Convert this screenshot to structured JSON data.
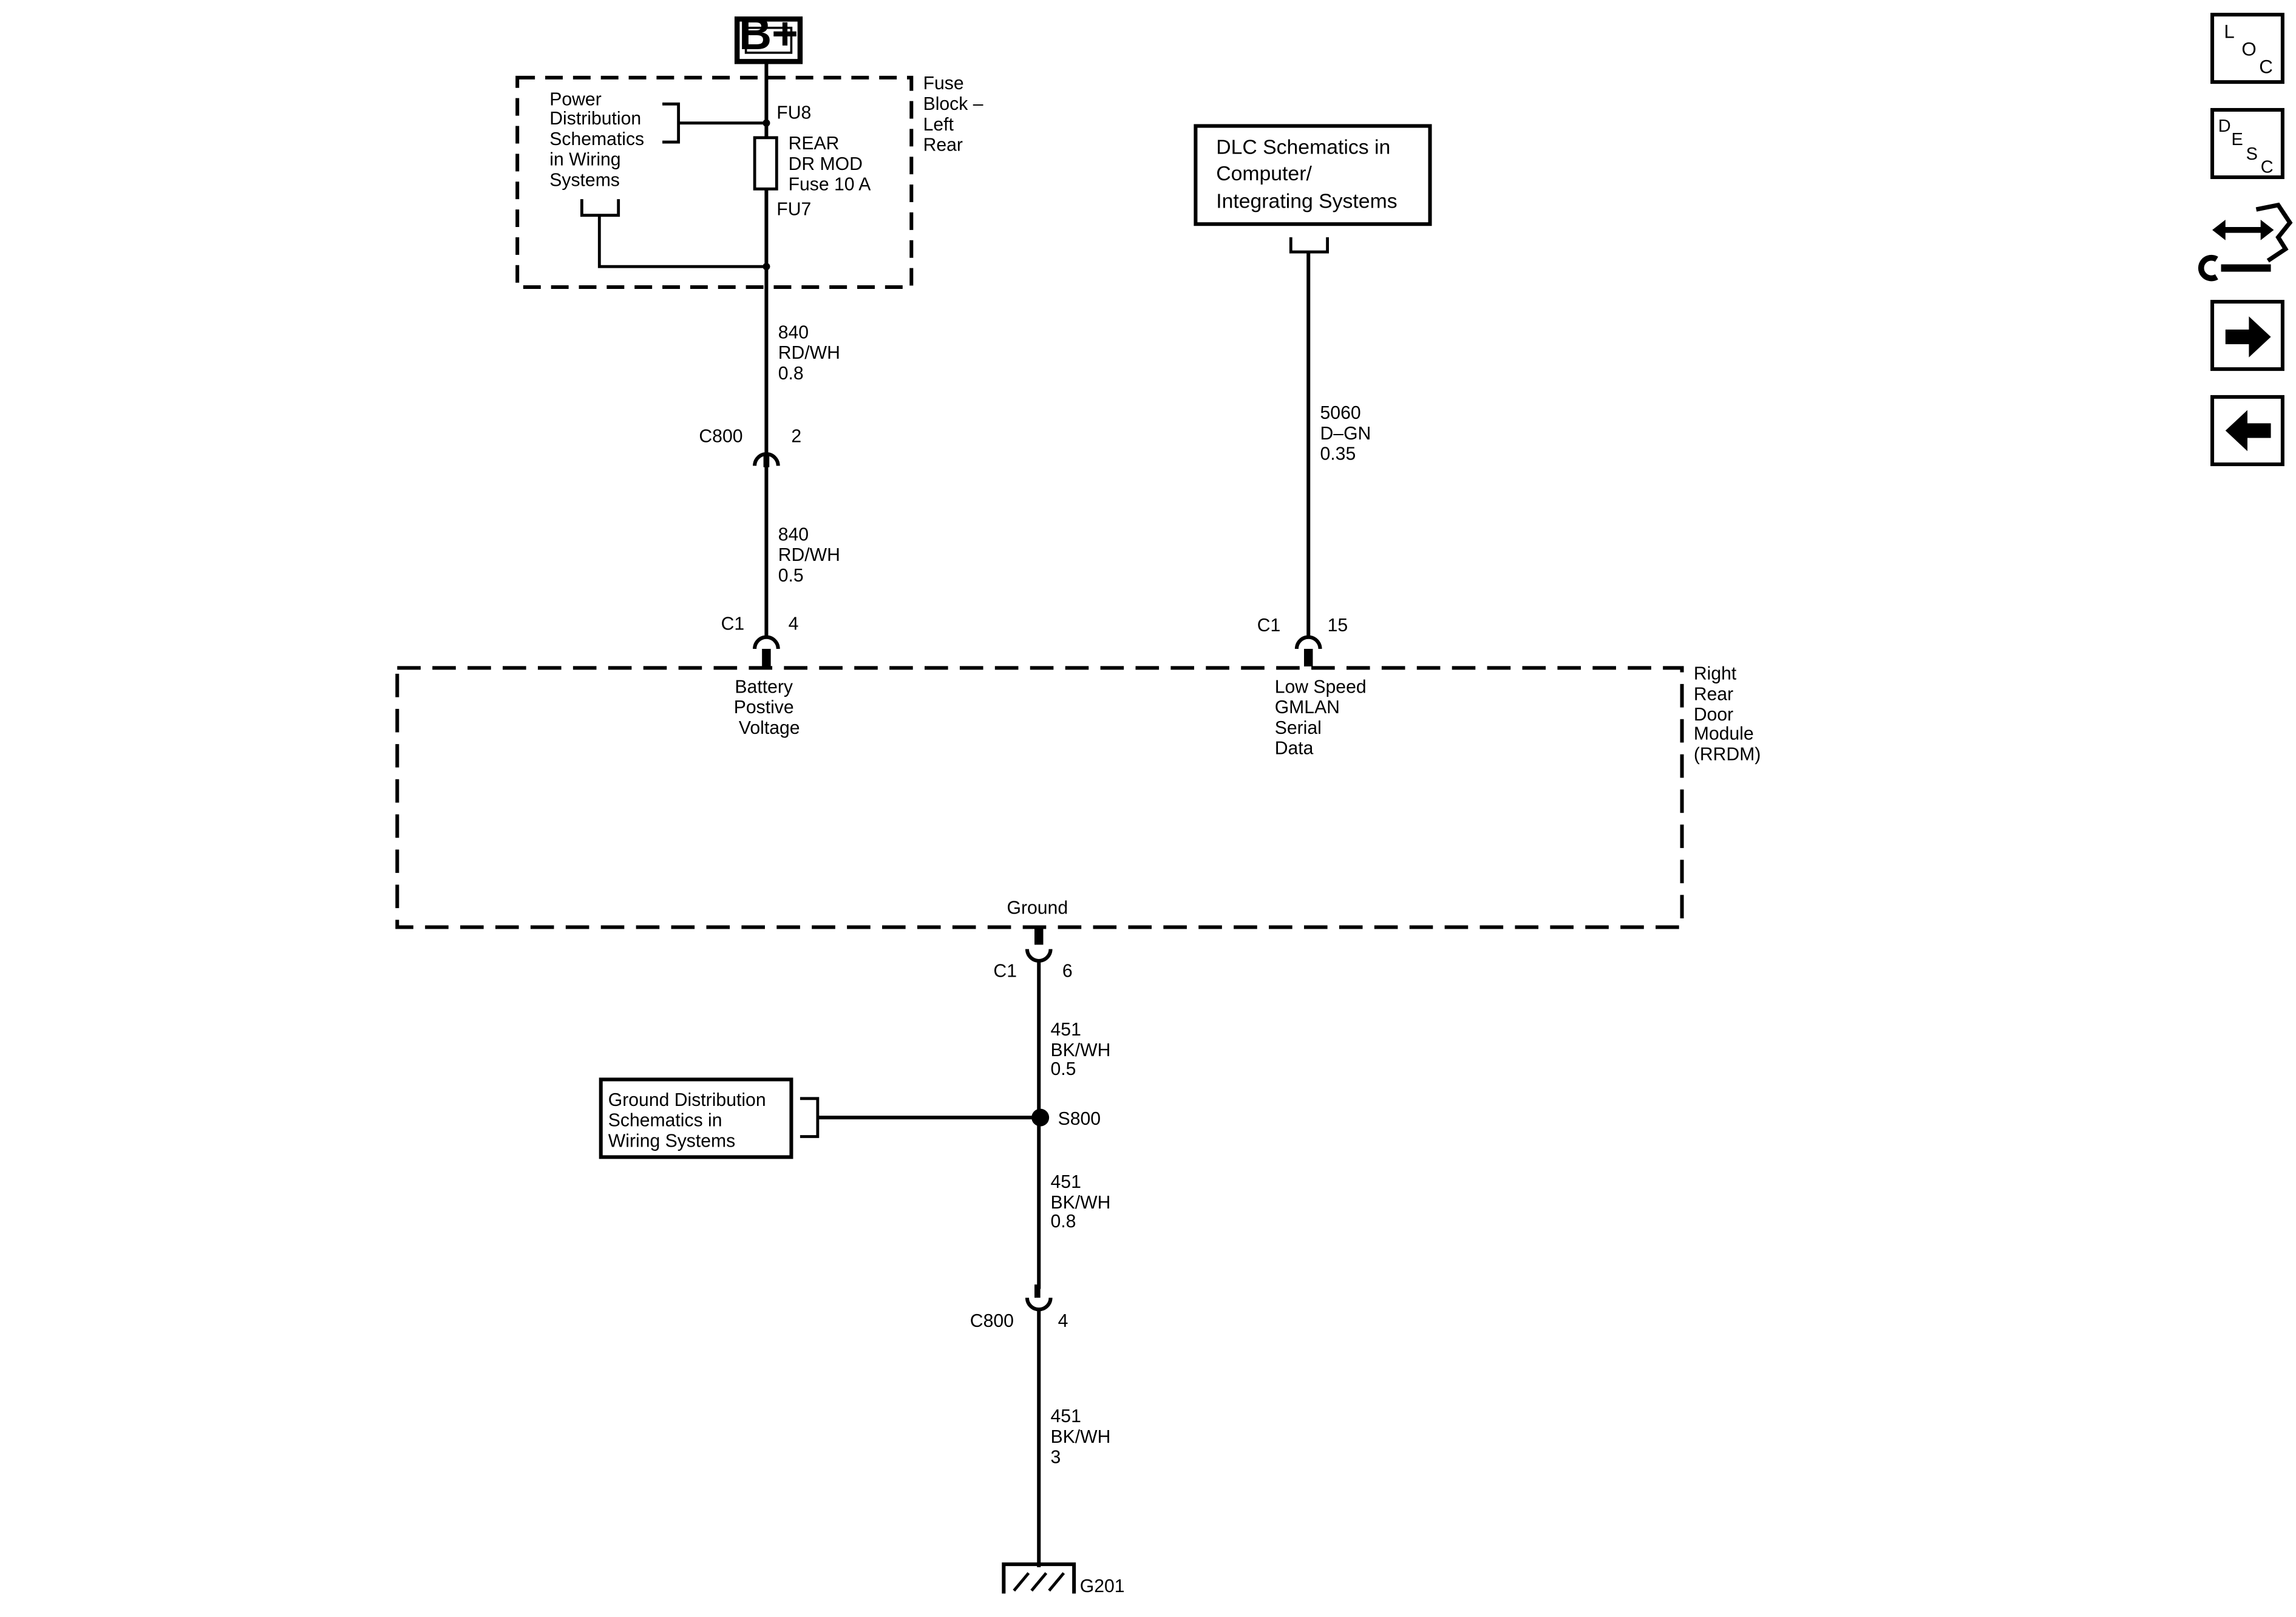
{
  "battery_label": "B+",
  "fuse_block": {
    "label": [
      "Fuse",
      "Block –",
      "Left",
      "Rear"
    ],
    "pd_ref": [
      "Power",
      "Distribution",
      "Schematics",
      "in Wiring",
      "Systems"
    ],
    "fu8": "FU8",
    "fu7": "FU7",
    "fuse_name": [
      "REAR",
      "DR MOD",
      "Fuse 10 A"
    ]
  },
  "wires": {
    "w840_top": [
      "840",
      "RD/WH",
      "0.8"
    ],
    "w840_mid": [
      "840",
      "RD/WH",
      "0.5"
    ],
    "w5060": [
      "5060",
      "D–GN",
      "0.35"
    ],
    "w451_a": [
      "451",
      "BK/WH",
      "0.5"
    ],
    "w451_b": [
      "451",
      "BK/WH",
      "0.8"
    ],
    "w451_c": [
      "451",
      "BK/WH",
      "3"
    ]
  },
  "connectors": {
    "c800_top": {
      "name": "C800",
      "pin": "2"
    },
    "c1_batt": {
      "name": "C1",
      "pin": "4"
    },
    "c1_gmlan": {
      "name": "C1",
      "pin": "15"
    },
    "c1_gnd": {
      "name": "C1",
      "pin": "6"
    },
    "c800_bot": {
      "name": "C800",
      "pin": "4"
    }
  },
  "dlc_ref": [
    "DLC Schematics in",
    "Computer/",
    "Integrating Systems"
  ],
  "module": {
    "label": [
      "Right",
      "Rear",
      "Door",
      "Module",
      "(RRDM)"
    ],
    "batt_pin": [
      "Battery",
      "Postive",
      "Voltage"
    ],
    "gmlan_pin": [
      "Low Speed",
      "GMLAN",
      "Serial",
      "Data"
    ],
    "ground_pin": "Ground"
  },
  "ground_ref": [
    "Ground Distribution",
    "Schematics in",
    "Wiring Systems"
  ],
  "splice": "S800",
  "ground_point": "G201",
  "nav": {
    "loc": [
      "L",
      "O",
      "C"
    ],
    "desc": [
      "D",
      "E",
      "S",
      "C"
    ],
    "icons": [
      "connector-tools-icon",
      "arrow-right-icon",
      "arrow-left-icon"
    ]
  }
}
